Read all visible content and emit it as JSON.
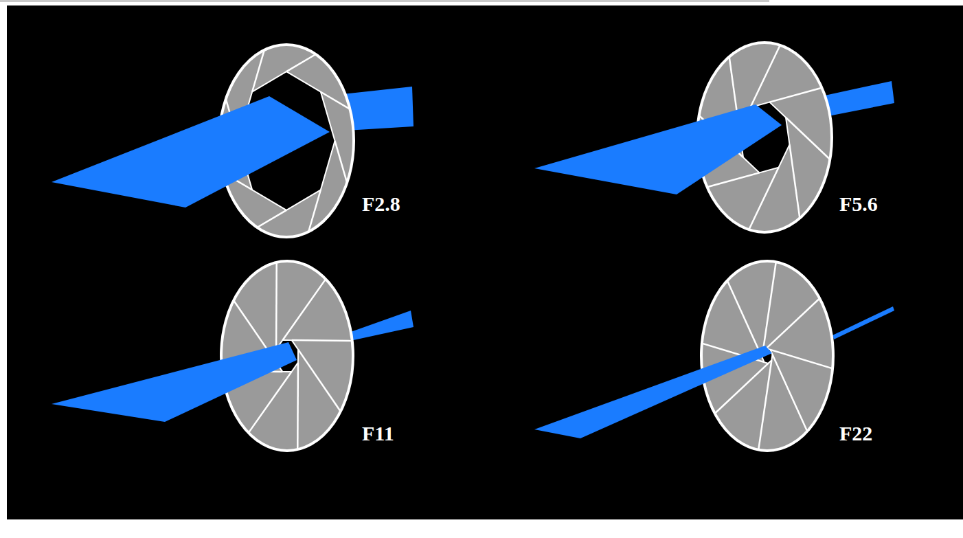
{
  "diagram": {
    "labels": [
      "F2.8",
      "F5.6",
      "F11",
      "F22"
    ]
  }
}
